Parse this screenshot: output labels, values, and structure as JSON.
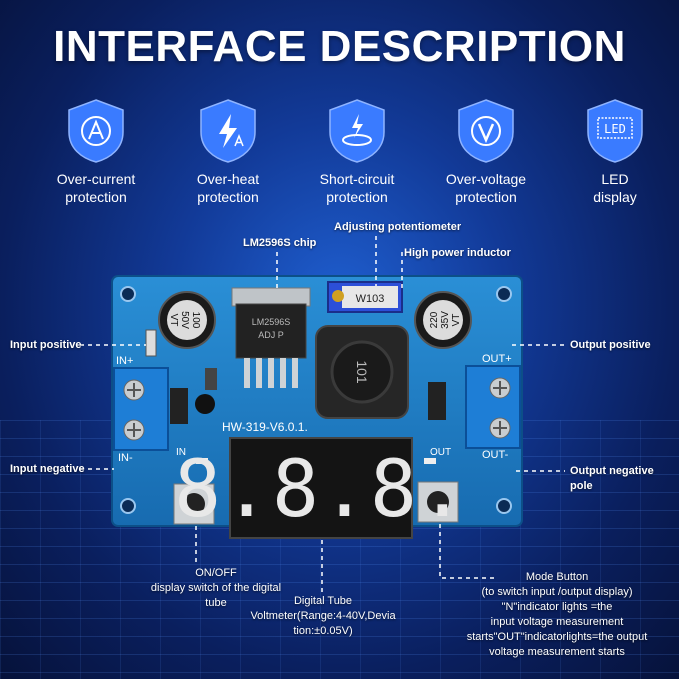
{
  "title": "INTERFACE DESCRIPTION",
  "features": [
    {
      "line1": "Over-current",
      "line2": "protection",
      "icon": "a-shield-icon"
    },
    {
      "line1": "Over-heat",
      "line2": "protection",
      "icon": "bolt-shield-icon"
    },
    {
      "line1": "Short-circuit",
      "line2": "protection",
      "icon": "spark-shield-icon"
    },
    {
      "line1": "Over-voltage",
      "line2": "protection",
      "icon": "v-shield-icon"
    },
    {
      "line1": "LED",
      "line2": "display",
      "icon": "led-shield-icon"
    }
  ],
  "callouts": {
    "adjusting_pot": "Adjusting potentiometer",
    "chip": "LM2596S chip",
    "inductor": "High power inductor",
    "input_positive": "Input positive",
    "input_negative": "Input negative",
    "output_positive": "Output positive",
    "output_negative": "Output negative pole",
    "onoff_1": "ON/OFF",
    "onoff_2": "display switch of the digital",
    "onoff_3": "tube",
    "tube_1": "Digital Tube",
    "tube_2": "Voltmeter(Range:4-40V,Devia",
    "tube_3": "tion:±0.05V)",
    "mode_1": "Mode Button",
    "mode_2": "(to switch input /output display)",
    "mode_3": "\"N\"indicator lights =the",
    "mode_4": "input voltage measurement",
    "mode_5": "starts\"OUT\"indicatorlights=the output",
    "mode_6": "voltage measurement starts"
  },
  "board": {
    "label_in_plus": "IN+",
    "label_in_minus": "IN-",
    "label_out_plus": "OUT+",
    "label_out_minus": "OUT-",
    "label_in": "IN",
    "label_out": "OUT",
    "model": "HW-319-V6.0.1.",
    "cap_left_1": "100",
    "cap_left_2": "50V",
    "cap_left_3": "VT",
    "cap_right_1": "220",
    "cap_right_2": "35V",
    "cap_right_3": "VT",
    "pot": "W103",
    "inductor": "101",
    "chip_1": "LM2596S",
    "chip_2": "ADJ  P",
    "digits": "8.8.8."
  },
  "colors": {
    "accent": "#2f6dff",
    "pcb": "#1f7fc4",
    "led": "#e8e8e8"
  }
}
